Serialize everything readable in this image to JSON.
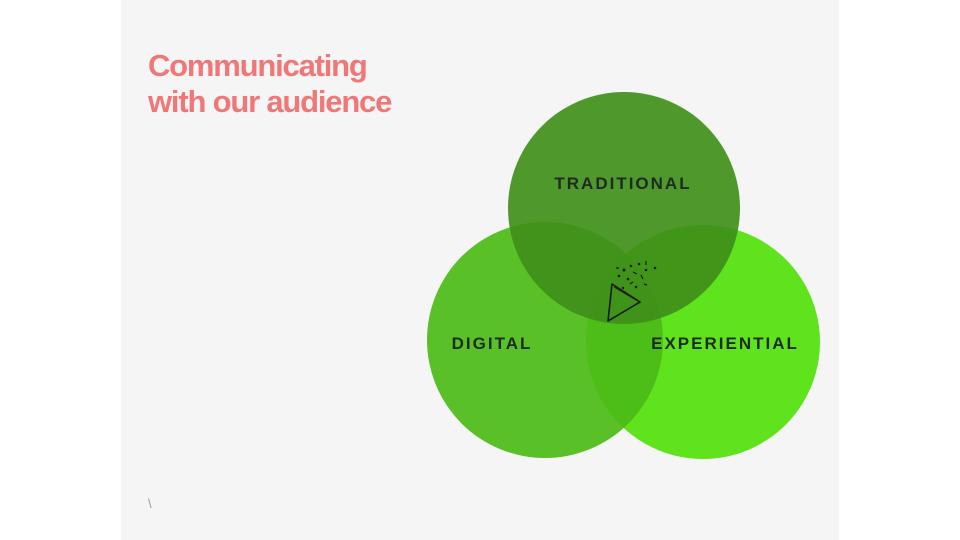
{
  "slide": {
    "title_line1": "Communicating",
    "title_line2": "with our audience",
    "corner_mark": "\\"
  },
  "venn": {
    "circles": [
      {
        "label": "TRADITIONAL",
        "color": "#3f8f1a"
      },
      {
        "label": "DIGITAL",
        "color": "#4cbb17"
      },
      {
        "label": "EXPERIENTIAL",
        "color": "#5ee31c"
      }
    ],
    "center_icon": "party-popper-icon"
  },
  "colors": {
    "title": "#f07777",
    "background": "#f5f5f5",
    "label_text": "#1e2a22"
  }
}
